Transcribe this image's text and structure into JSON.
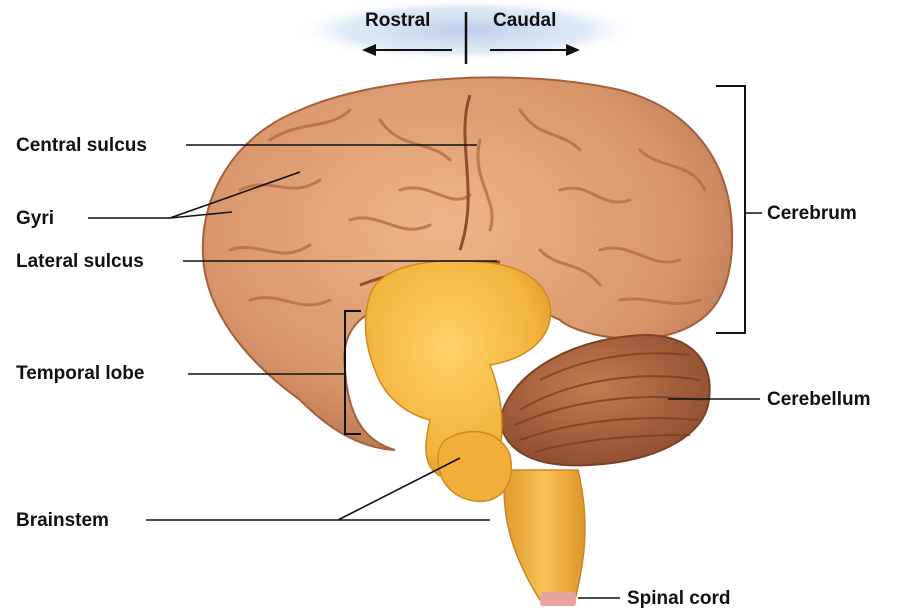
{
  "orientation": {
    "rostral": "Rostral",
    "caudal": "Caudal",
    "glow_color": "#b9cbe8"
  },
  "labels": {
    "central_sulcus": "Central sulcus",
    "gyri": "Gyri",
    "lateral_sulcus": "Lateral sulcus",
    "temporal_lobe": "Temporal lobe",
    "brainstem": "Brainstem",
    "cerebrum": "Cerebrum",
    "cerebellum": "Cerebellum",
    "spinal_cord": "Spinal cord"
  },
  "colors": {
    "cerebrum": "#dc9a6e",
    "cerebrum_shadow": "#b8714a",
    "temporal_region": "#f4b63a",
    "brainstem": "#f2b03a",
    "cerebellum": "#a8603c",
    "line": "#111111"
  }
}
